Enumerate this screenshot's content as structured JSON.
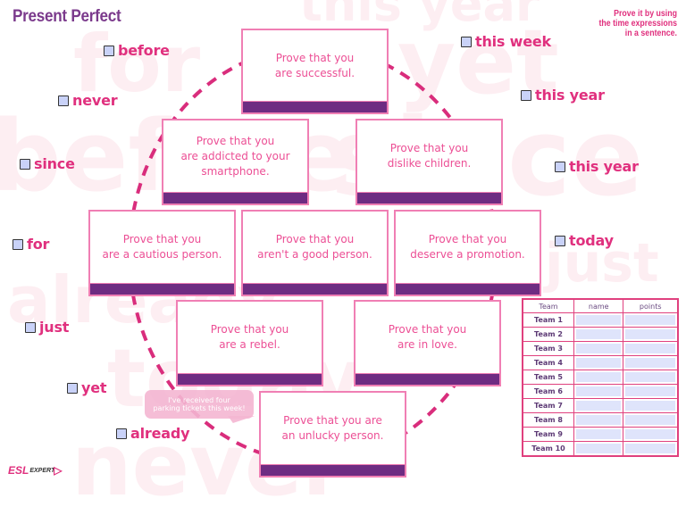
{
  "header": {
    "title": "Present Perfect",
    "instructions": [
      "Prove it by using",
      "the time expressions",
      "in a sentence."
    ]
  },
  "watermark_words": [
    "this year",
    "for",
    "yet",
    "before",
    "since",
    "already",
    "just",
    "today",
    "never"
  ],
  "time_expressions": [
    {
      "id": "before",
      "label": "before"
    },
    {
      "id": "never",
      "label": "never"
    },
    {
      "id": "since",
      "label": "since"
    },
    {
      "id": "for",
      "label": "for"
    },
    {
      "id": "just",
      "label": "just"
    },
    {
      "id": "yet",
      "label": "yet"
    },
    {
      "id": "already",
      "label": "already"
    },
    {
      "id": "this-week",
      "label": "this week"
    },
    {
      "id": "this-year-1",
      "label": "this year"
    },
    {
      "id": "this-year-2",
      "label": "this year"
    },
    {
      "id": "today",
      "label": "today"
    }
  ],
  "cards": [
    {
      "text": "Prove that you\nare successful."
    },
    {
      "text": "Prove that you\nare addicted to your\nsmartphone."
    },
    {
      "text": "Prove that you\ndislike children."
    },
    {
      "text": "Prove that you\nare a cautious person."
    },
    {
      "text": "Prove that you\naren't a good person."
    },
    {
      "text": "Prove that you\ndeserve a promotion."
    },
    {
      "text": "Prove that you\nare a rebel."
    },
    {
      "text": "Prove that you\nare in love."
    },
    {
      "text": "Prove that you are\nan unlucky person."
    }
  ],
  "example_bubble": "I've received four\nparking tickets this week!",
  "logo": {
    "primary": "ESL",
    "secondary": "EXPERT"
  },
  "scoreboard": {
    "headers": [
      "Team",
      "name",
      "points"
    ],
    "rows": [
      {
        "team": "Team 1",
        "name": "",
        "points": ""
      },
      {
        "team": "Team 2",
        "name": "",
        "points": ""
      },
      {
        "team": "Team 3",
        "name": "",
        "points": ""
      },
      {
        "team": "Team 4",
        "name": "",
        "points": ""
      },
      {
        "team": "Team 5",
        "name": "",
        "points": ""
      },
      {
        "team": "Team 6",
        "name": "",
        "points": ""
      },
      {
        "team": "Team 7",
        "name": "",
        "points": ""
      },
      {
        "team": "Team 8",
        "name": "",
        "points": ""
      },
      {
        "team": "Team 9",
        "name": "",
        "points": ""
      },
      {
        "team": "Team 10",
        "name": "",
        "points": ""
      }
    ]
  },
  "colors": {
    "title": "#7b3a8c",
    "accent_pink": "#e0307e",
    "card_border": "#f07fb4",
    "card_bar": "#6e2c82",
    "checkbox_fill": "#c9d2f8",
    "table_cell": "#dfe4fb"
  }
}
